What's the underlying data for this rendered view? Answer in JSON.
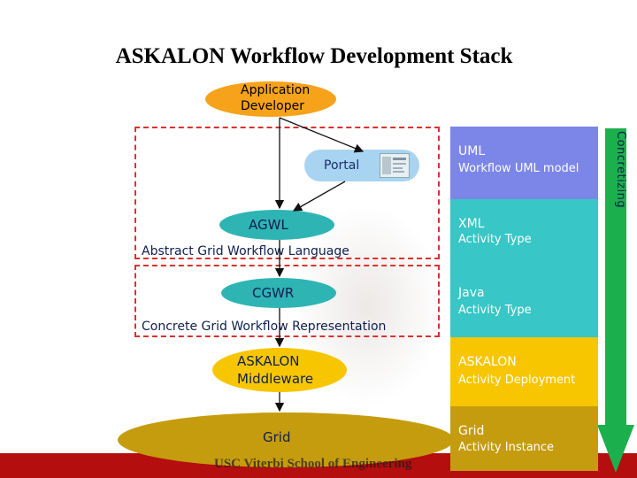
{
  "title": "ASKALON Workflow Development Stack",
  "developer": {
    "line1": "Application",
    "line2": "Developer"
  },
  "portal": {
    "label": "Portal"
  },
  "agwl": {
    "label": "AGWL",
    "desc": "Abstract Grid Workflow Language"
  },
  "cgwr": {
    "label": "CGWR",
    "desc": "Concrete Grid Workflow Representation"
  },
  "middleware": {
    "line1": "ASKALON",
    "line2": "Middleware"
  },
  "grid": {
    "label": "Grid"
  },
  "footer": {
    "text": "USC Viterbi School of Engineering"
  },
  "concretizing": {
    "label": "Concretizing"
  },
  "stack": [
    {
      "name": "UML",
      "desc": "Workflow UML model",
      "color": "#7b86e8"
    },
    {
      "name": "XML",
      "desc": "Activity Type",
      "color": "#38c6c6"
    },
    {
      "name": "Java",
      "desc": "Activity Type",
      "color": "#38c6c6"
    },
    {
      "name": "ASKALON",
      "desc": "Activity Deployment",
      "color": "#f7c600"
    },
    {
      "name": "Grid",
      "desc": "Activity Instance",
      "color": "#c59c0e"
    }
  ],
  "colors": {
    "arrow": "#1bb04d",
    "dashed": "#d9322f",
    "band": "#b40e0e"
  }
}
